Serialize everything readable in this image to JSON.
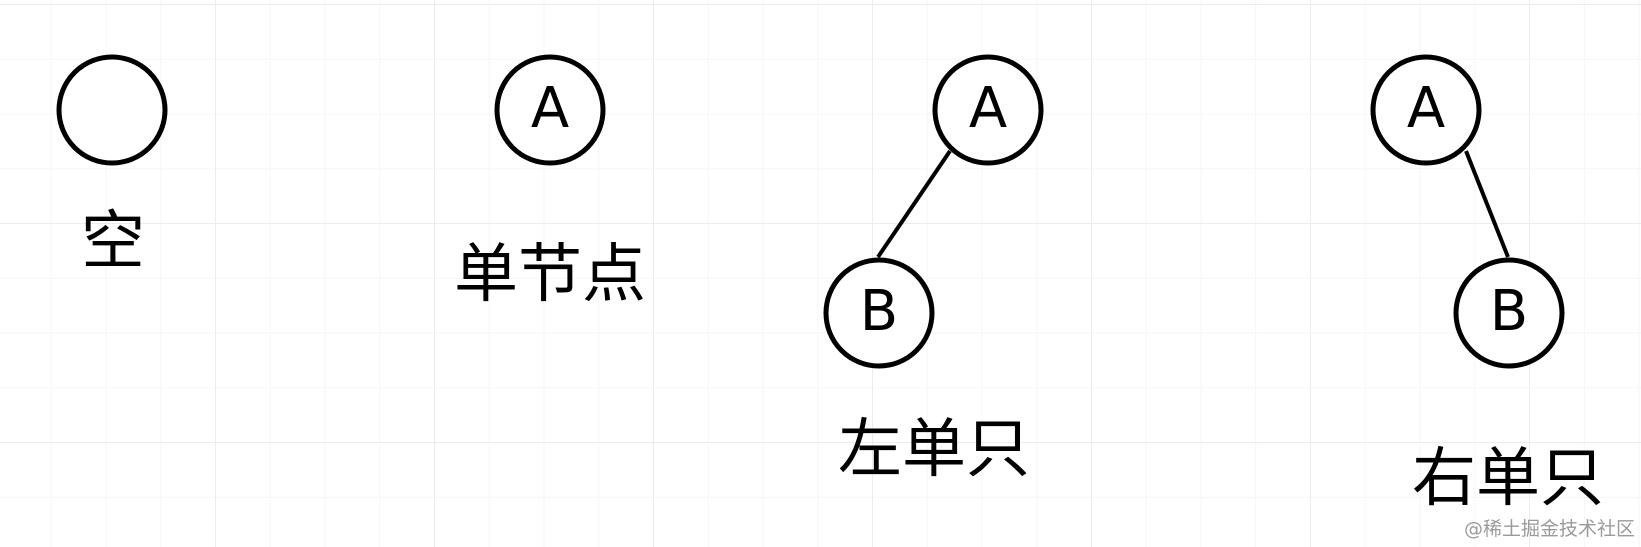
{
  "diagram": {
    "trees": [
      {
        "caption": "空",
        "nodes": [
          ""
        ],
        "edges": []
      },
      {
        "caption": "单节点",
        "nodes": [
          "A"
        ],
        "edges": []
      },
      {
        "caption": "左单只",
        "nodes": [
          "A",
          "B"
        ],
        "edges": [
          [
            0,
            1
          ]
        ]
      },
      {
        "caption": "右单只",
        "nodes": [
          "A",
          "B"
        ],
        "edges": [
          [
            0,
            1
          ]
        ]
      }
    ]
  },
  "watermark": "@稀土掘金技术社区"
}
